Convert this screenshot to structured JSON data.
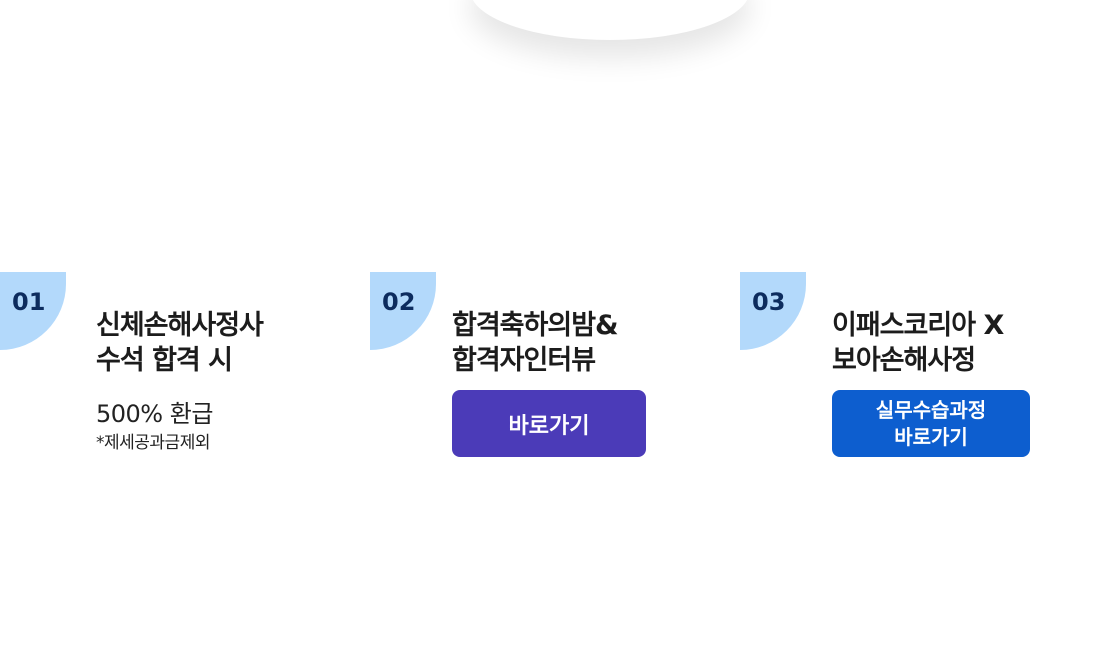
{
  "cards": [
    {
      "number": "01",
      "title_line1": "신체손해사정사",
      "title_line2": "수석 합격 시",
      "refund": "500% 환급",
      "note": "*제세공과금제외"
    },
    {
      "number": "02",
      "title_line1": "합격축하의밤&",
      "title_line2": "합격자인터뷰",
      "button_label": "바로가기"
    },
    {
      "number": "03",
      "title_line1": "이패스코리아 X",
      "title_line2": "보아손해사정",
      "button_line1": "실무수습과정",
      "button_line2": "바로가기"
    }
  ],
  "colors": {
    "badge": "#b3d9fb",
    "badge_text": "#0d2c5e",
    "button_purple": "#4b3bb8",
    "button_blue": "#0d5ecf"
  }
}
